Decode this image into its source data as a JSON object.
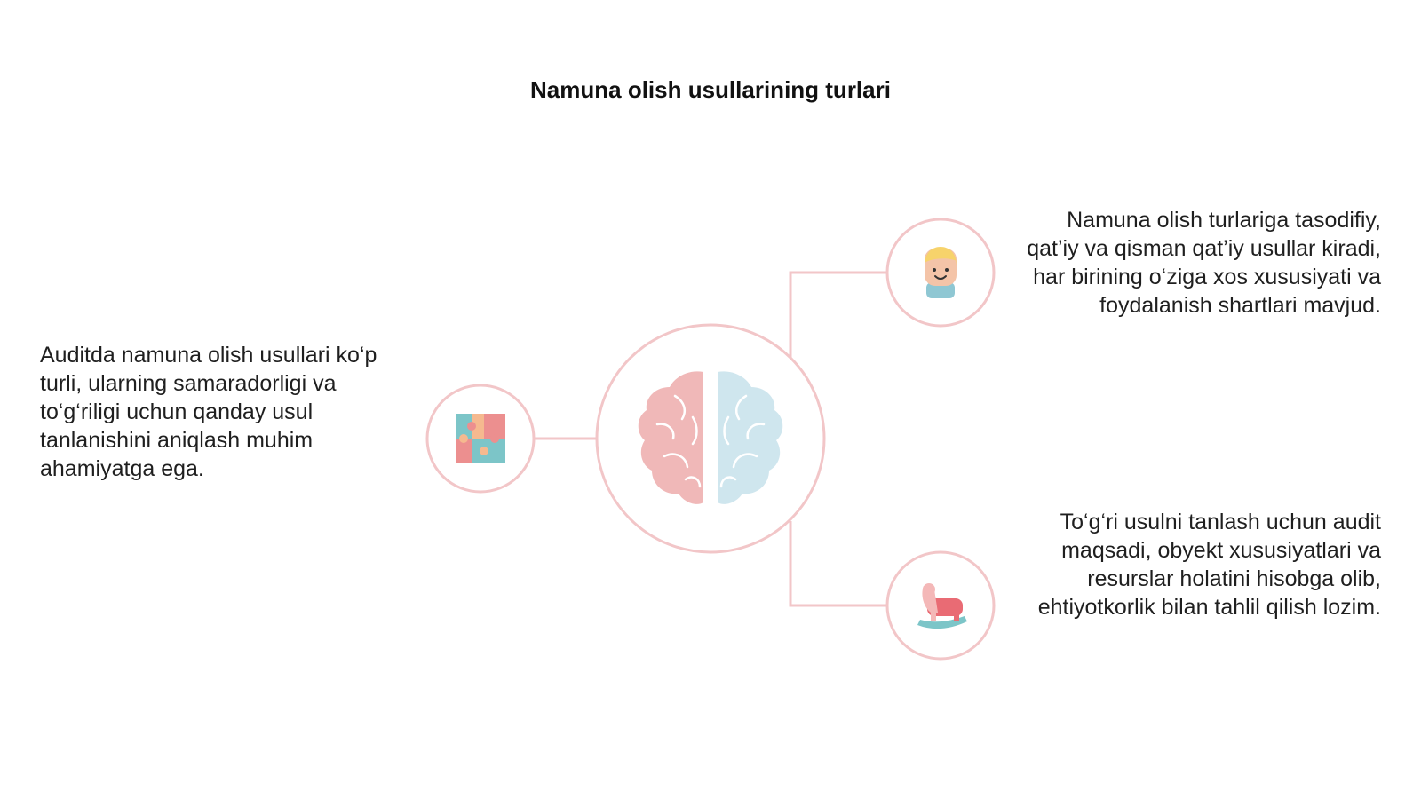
{
  "title": "Namuna olish usullarining turlari",
  "blocks": {
    "left": "Auditda namuna olish usullari ko‘p turli, ularning samaradorligi va to‘g‘riligi uchun qanday usul tanlanishini aniqlash muhim ahamiyatga ega.",
    "top_right": "Namuna olish turlariga tasodifiy, qat’iy va qisman qat’iy usullar kiradi, har birining o‘ziga xos xususiyati va foydalanish shartlari mavjud.",
    "bottom_right": "To‘g‘ri usulni tanlash uchun audit maqsadi, obyekt xususiyatlari va resurslar holatini hisobga olib, ehtiyotkorlik bilan tahlil qilish lozim."
  },
  "colors": {
    "line": "#f2c6c8",
    "brain_left": "#f0b8b8",
    "brain_right": "#cfe6ee",
    "puzzle_teal": "#7cc5c8",
    "puzzle_pink": "#ec8f8f",
    "puzzle_peach": "#f5b98f",
    "face_yellow": "#f7d36b",
    "face_skin": "#f4c4a8",
    "shirt_blue": "#8fc7d3",
    "horse_red": "#e96b74",
    "horse_pink": "#f4b8b8",
    "rocker_teal": "#7cc5c8"
  },
  "icons": {
    "center": "brain-icon",
    "left": "puzzle-icon",
    "top_right": "child-face-icon",
    "bottom_right": "rocking-horse-icon"
  }
}
